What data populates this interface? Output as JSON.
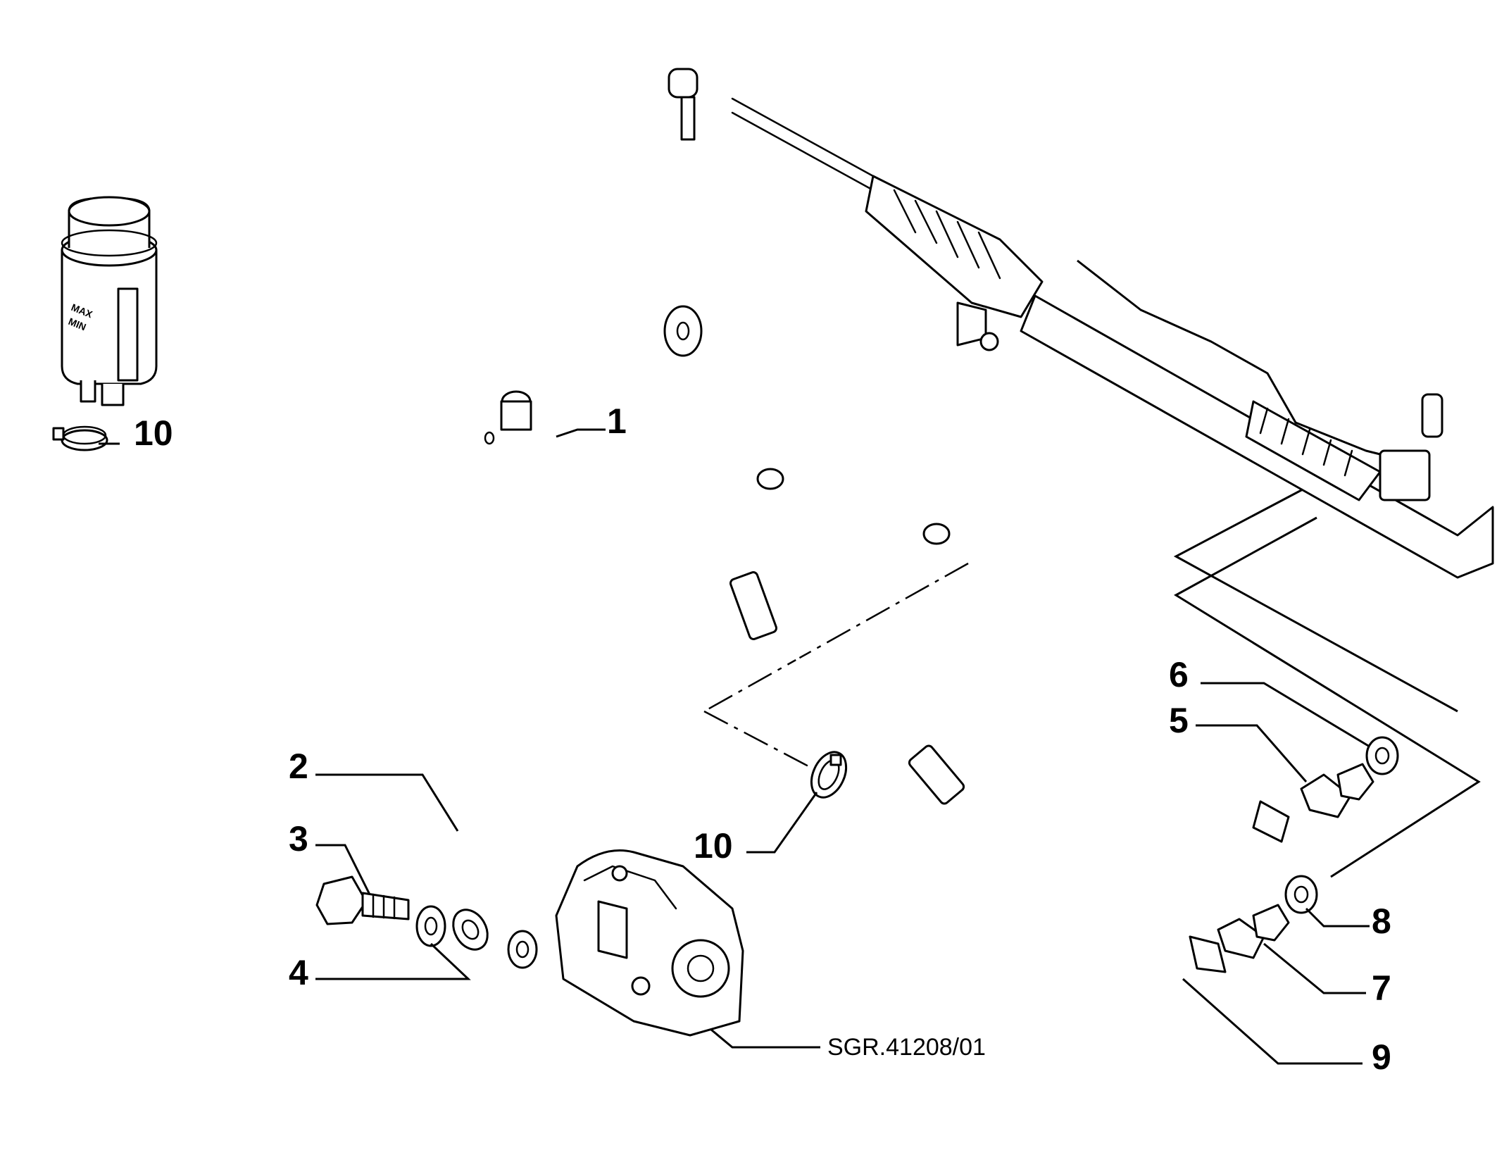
{
  "drawing_reference": "SGR.41208/01",
  "reservoir_labels": {
    "max": "MAX",
    "min": "MIN"
  },
  "callouts": [
    {
      "id": "c1",
      "label": "1"
    },
    {
      "id": "c2",
      "label": "2"
    },
    {
      "id": "c3",
      "label": "3"
    },
    {
      "id": "c4",
      "label": "4"
    },
    {
      "id": "c5",
      "label": "5"
    },
    {
      "id": "c6",
      "label": "6"
    },
    {
      "id": "c7",
      "label": "7"
    },
    {
      "id": "c8",
      "label": "8"
    },
    {
      "id": "c9",
      "label": "9"
    },
    {
      "id": "c10a",
      "label": "10"
    },
    {
      "id": "c10b",
      "label": "10"
    }
  ],
  "colors": {
    "line": "#000000",
    "background": "#ffffff"
  }
}
